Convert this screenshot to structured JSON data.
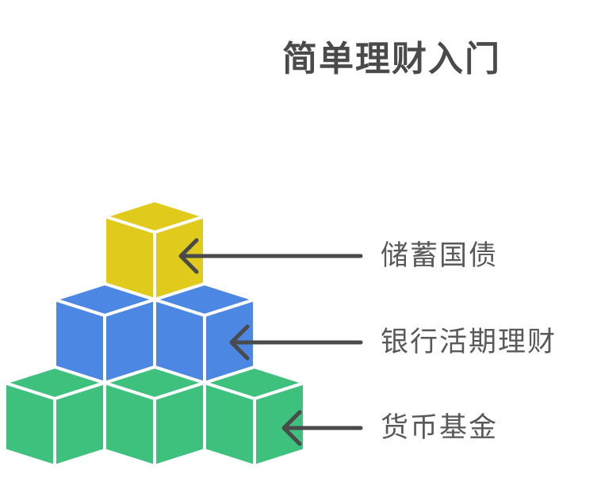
{
  "title": "简单理财入门",
  "pyramid": {
    "rows": [
      {
        "label": "储蓄国债",
        "cubes": 1,
        "color": "#e0cb1c"
      },
      {
        "label": "银行活期理财",
        "cubes": 2,
        "color": "#4c87e3"
      },
      {
        "label": "货币基金",
        "cubes": 3,
        "color": "#3fc17e"
      }
    ]
  },
  "colors": {
    "background": "#ffffff",
    "cube_edge": "#ffffff",
    "arrow": "#4a4a4a",
    "title_text": "#4a4a4a",
    "label_text": "#595959",
    "tier_top": "#e0cb1c",
    "tier_middle": "#4c87e3",
    "tier_bottom": "#3fc17e"
  }
}
